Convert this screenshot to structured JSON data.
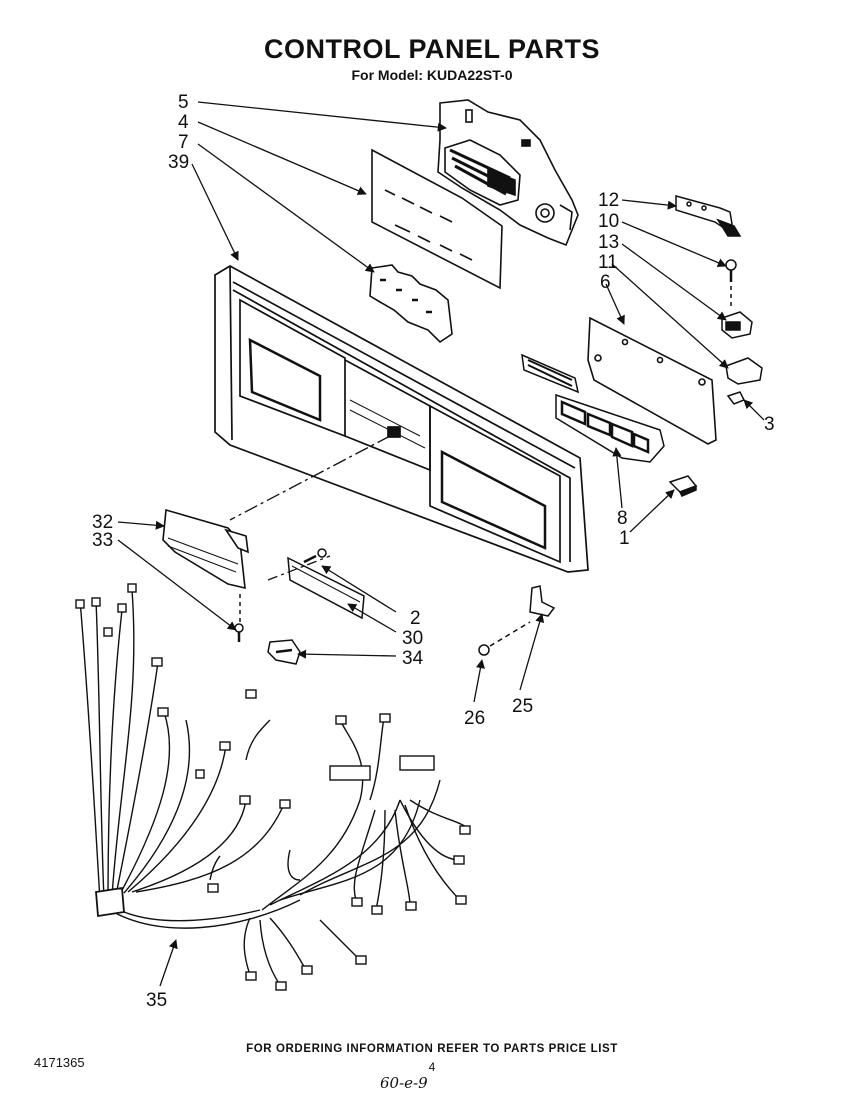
{
  "header": {
    "title": "CONTROL PANEL PARTS",
    "model_line": "For Model: KUDA22ST-0"
  },
  "callouts": {
    "c5": "5",
    "c4": "4",
    "c7": "7",
    "c39": "39",
    "c12": "12",
    "c10": "10",
    "c13": "13",
    "c11": "11",
    "c6": "6",
    "c3": "3",
    "c8": "8",
    "c1": "1",
    "c32": "32",
    "c33": "33",
    "c2": "2",
    "c30": "30",
    "c34": "34",
    "c26": "26",
    "c25": "25",
    "c35": "35"
  },
  "footer": {
    "ordering_note": "FOR ORDERING INFORMATION REFER TO PARTS PRICE LIST",
    "page_number": "4",
    "doc_number": "4171365",
    "handwritten": "60-e-9"
  }
}
